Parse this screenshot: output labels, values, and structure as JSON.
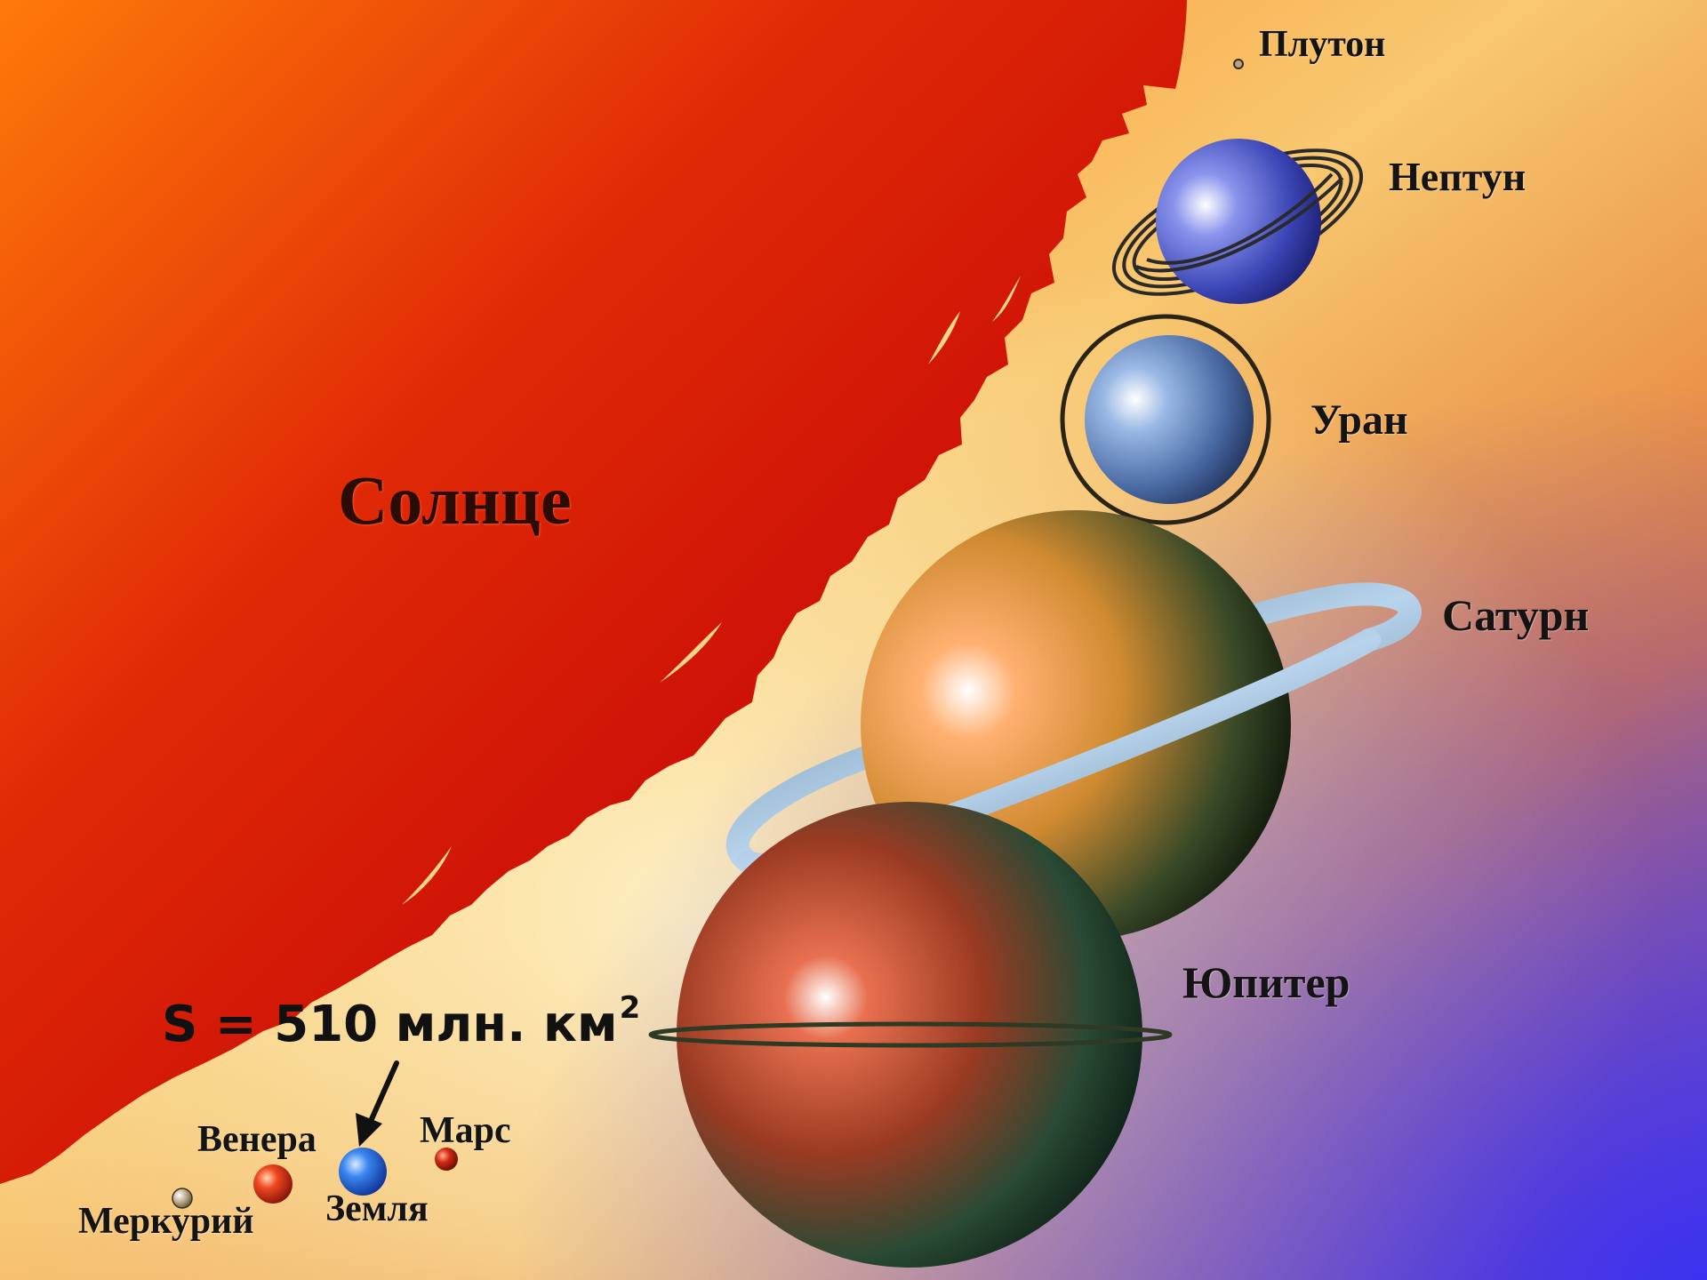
{
  "labels": {
    "sun": "Солнце",
    "pluto": "Плутон",
    "neptune": "Нептун",
    "uranus": "Уран",
    "saturn": "Сатурн",
    "jupiter": "Юпитер",
    "venus": "Венера",
    "mars": "Марс",
    "earth": "Земля",
    "mercury": "Меркурий"
  },
  "annotation": {
    "formula": "S = 510 млн. км",
    "exponent": "2"
  },
  "colors": {
    "sun": "#c81008",
    "background_warm": "#ff7a10",
    "background_light": "#fbeeb8",
    "background_cool": "#5040e0",
    "earth": "#2e78e8",
    "neptune": "#5a64d8",
    "uranus": "#6a8ed0",
    "saturn": "#f09030",
    "jupiter": "#b04028",
    "rings": "#8cb0d0"
  }
}
